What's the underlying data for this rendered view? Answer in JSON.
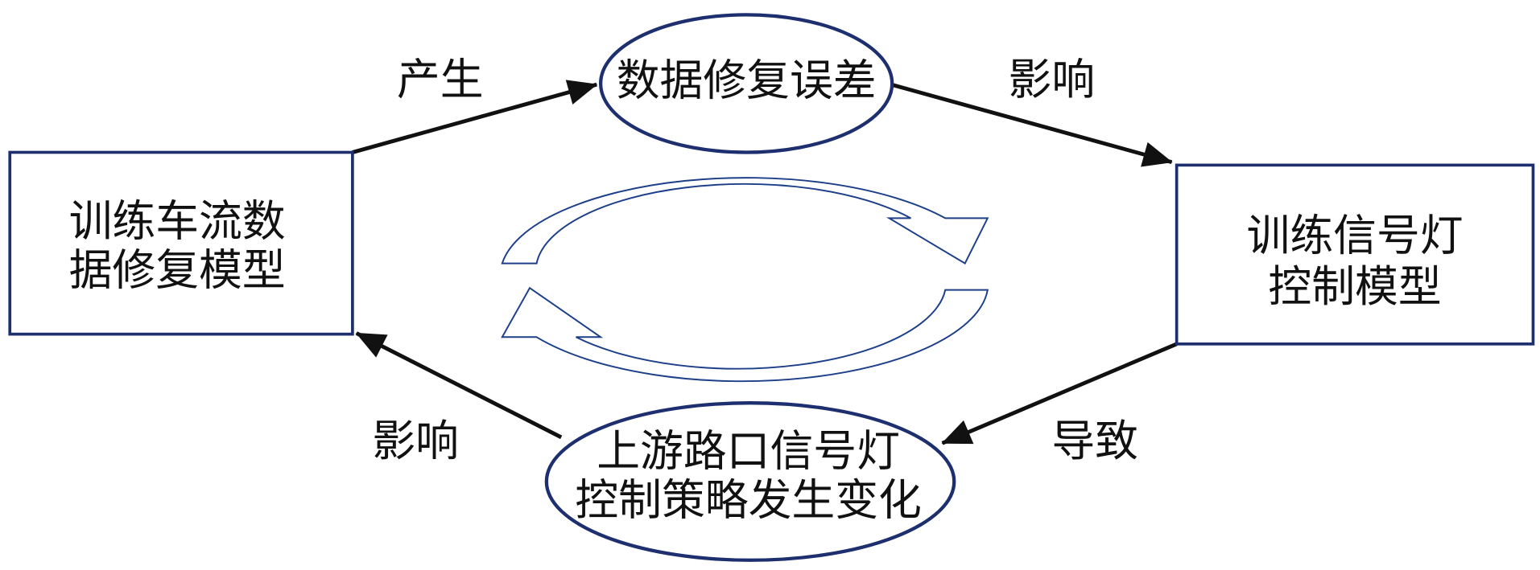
{
  "nodes": {
    "left_box": {
      "line1": "训练车流数",
      "line2": "据修复模型"
    },
    "right_box": {
      "line1": "训练信号灯",
      "line2": "控制模型"
    },
    "top_ellipse": {
      "text": "数据修复误差"
    },
    "bottom_ellipse": {
      "line1": "上游路口信号灯",
      "line2": "控制策略发生变化"
    }
  },
  "edges": {
    "left_to_top": "产生",
    "top_to_right": "影响",
    "right_to_bottom": "导致",
    "bottom_to_left": "影响"
  },
  "colors": {
    "node_stroke": "#1d2f6f",
    "edge": "#111111",
    "cycle_stroke": "#1d3f8a"
  }
}
